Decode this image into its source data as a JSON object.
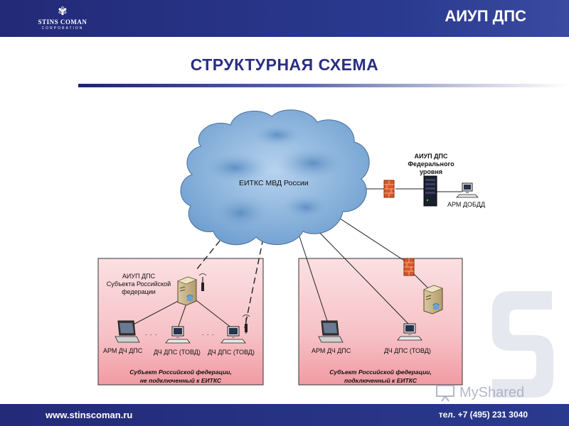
{
  "header": {
    "logo": {
      "icon": "stins-coman-logo-icon",
      "name": "STINS COMAN",
      "sub": "CORPORATION"
    },
    "title": "АИУП ДПС"
  },
  "slide_title": "СТРУКТУРНАЯ СХЕМА",
  "diagram": {
    "cloud_label": "ЕИТКС МВД России",
    "federal": {
      "title_lines": [
        "АИУП ДПС",
        "Федерального",
        "уровня"
      ],
      "arm": "АРМ ДОБДД"
    },
    "left_region": {
      "server_lines": [
        "АИУП ДПС",
        "Субъекта Российской",
        "федерации"
      ],
      "arm": "АРМ ДЧ ДПС",
      "dch1": "ДЧ ДПС (ТОВД)",
      "dch2": "ДЧ ДПС (ТОВД)",
      "ellipsis1": ". . .",
      "ellipsis2": ". . .",
      "caption_lines": [
        "Субъект Российской федерации,",
        "не подключенный к ЕИТКС"
      ]
    },
    "right_region": {
      "arm": "АРМ ДЧ ДПС",
      "dch": "ДЧ ДПС (ТОВД)",
      "caption_lines": [
        "Субъект Российской федерации,",
        "подключенный к ЕИТКС"
      ]
    },
    "colors": {
      "region_fill": "#f4b8be",
      "cloud_fill": "#8fb6dc",
      "firewall": "#d9582a"
    }
  },
  "footer": {
    "url": "www.stinscoman.ru",
    "phone": "тел. +7 (495) 231 3040"
  },
  "watermark": "MyShared"
}
